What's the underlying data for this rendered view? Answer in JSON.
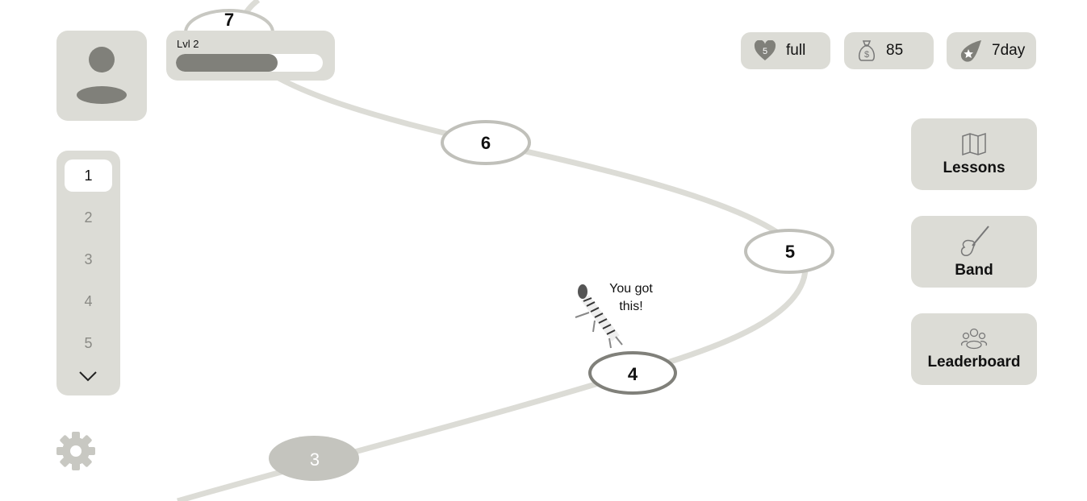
{
  "level": {
    "label": "Lvl 2",
    "progress": 0.69
  },
  "stats": [
    {
      "icon": "heart-icon",
      "badge": "5",
      "value": "full"
    },
    {
      "icon": "money-bag-icon",
      "value": "85"
    },
    {
      "icon": "streak-comet-icon",
      "value": "7day"
    }
  ],
  "nav": [
    {
      "label": "Lessons",
      "icon": "map-icon"
    },
    {
      "label": "Band",
      "icon": "guitar-icon"
    },
    {
      "label": "Leaderboard",
      "icon": "group-icon"
    }
  ],
  "chapters": {
    "items": [
      "1",
      "2",
      "3",
      "4",
      "5"
    ],
    "active": "1"
  },
  "path_nodes": [
    {
      "label": "7",
      "state": "locked"
    },
    {
      "label": "6",
      "state": "locked"
    },
    {
      "label": "5",
      "state": "locked"
    },
    {
      "label": "4",
      "state": "current"
    },
    {
      "label": "3",
      "state": "completed"
    }
  ],
  "mascot": {
    "speech": "You got this!"
  },
  "colors": {
    "panel": "#dcdcd6",
    "accent": "#80807a",
    "path": "#dcdcd6"
  }
}
